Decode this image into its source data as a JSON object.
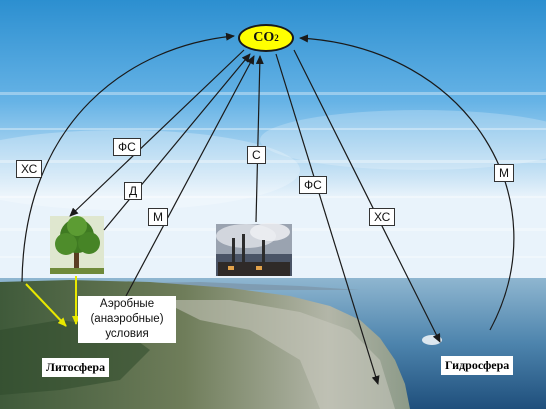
{
  "center": {
    "formula": "CO",
    "subscript": "2"
  },
  "labels": {
    "hs_left": "ХС",
    "fs_left": "ФС",
    "d": "Д",
    "m_left": "М",
    "s": "С",
    "fs_right": "ФС",
    "hs_right": "ХС",
    "m_right": "М"
  },
  "conditions": [
    "Аэробные",
    "(анаэробные)",
    "условия"
  ],
  "zones": {
    "lithosphere": "Литосфера",
    "hydrosphere": "Гидросфера"
  },
  "colors": {
    "co2_fill": "#ffff00",
    "arrow": "#1a1a1a",
    "aerobic_arrow": "#e8e800"
  }
}
